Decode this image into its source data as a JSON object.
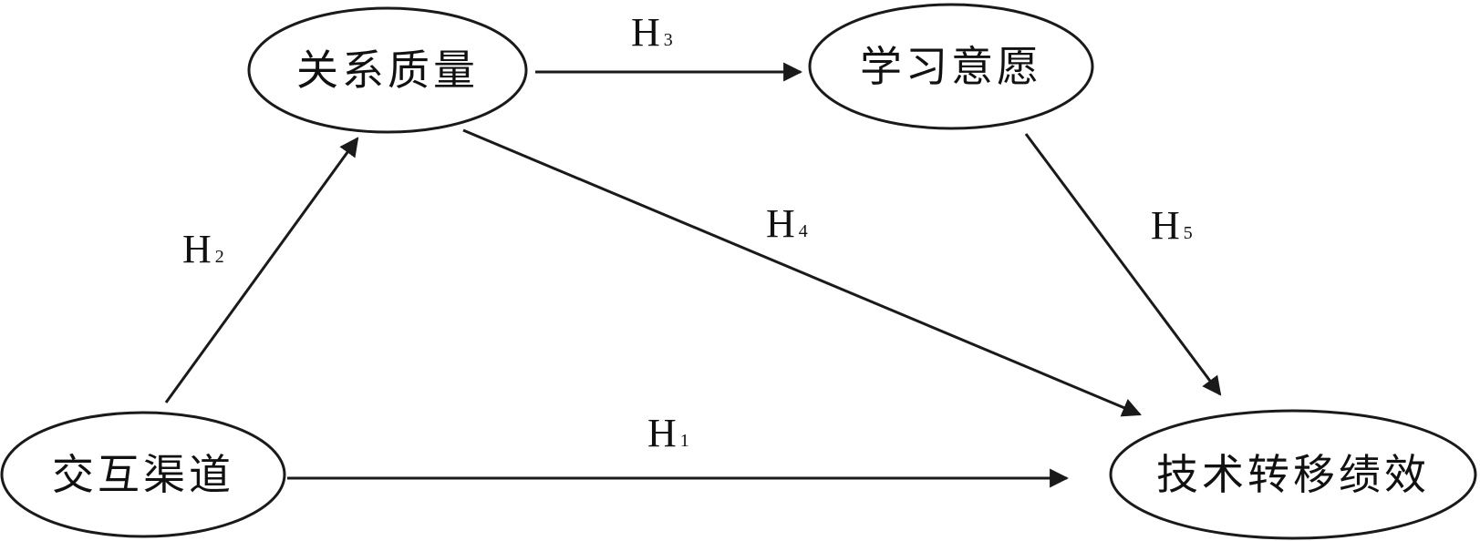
{
  "nodes": {
    "relationship_quality": "关系质量",
    "learning_willingness": "学习意愿",
    "interaction_channels": "交互渠道",
    "tech_transfer_performance": "技术转移绩效"
  },
  "edges": {
    "h1": {
      "letter": "H",
      "sub": "1"
    },
    "h2": {
      "letter": "H",
      "sub": "2"
    },
    "h3": {
      "letter": "H",
      "sub": "3"
    },
    "h4": {
      "letter": "H",
      "sub": "4"
    },
    "h5": {
      "letter": "H",
      "sub": "5"
    }
  },
  "colors": {
    "stroke": "#1a1a1a",
    "text": "#111111",
    "background": "#ffffff"
  }
}
